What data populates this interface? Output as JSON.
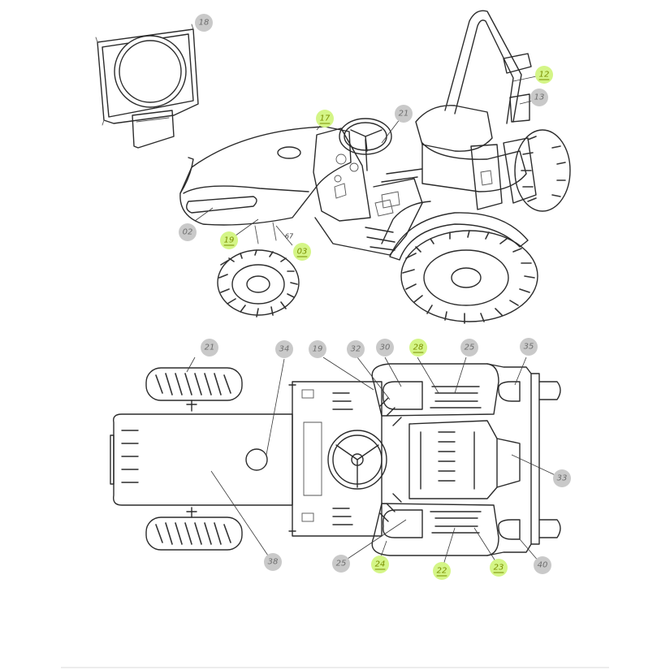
{
  "colors": {
    "callout_default": "#c9c9c9",
    "callout_highlight": "#d4f587"
  },
  "callouts": {
    "c18": "18",
    "c12": "12",
    "c13_upper": "13",
    "c17": "17",
    "c21_upper": "21",
    "c02": "02",
    "c19_upper": "19",
    "c03": "03",
    "c67": "67",
    "c21_lower": "21",
    "c34": "34",
    "c19_lower": "19",
    "c32": "32",
    "c30": "30",
    "c28": "28",
    "c25_upper": "25",
    "c35": "35",
    "c33": "33",
    "c38": "38",
    "c25_lower": "25",
    "c24": "24",
    "c22": "22",
    "c23": "23",
    "c40": "40"
  }
}
